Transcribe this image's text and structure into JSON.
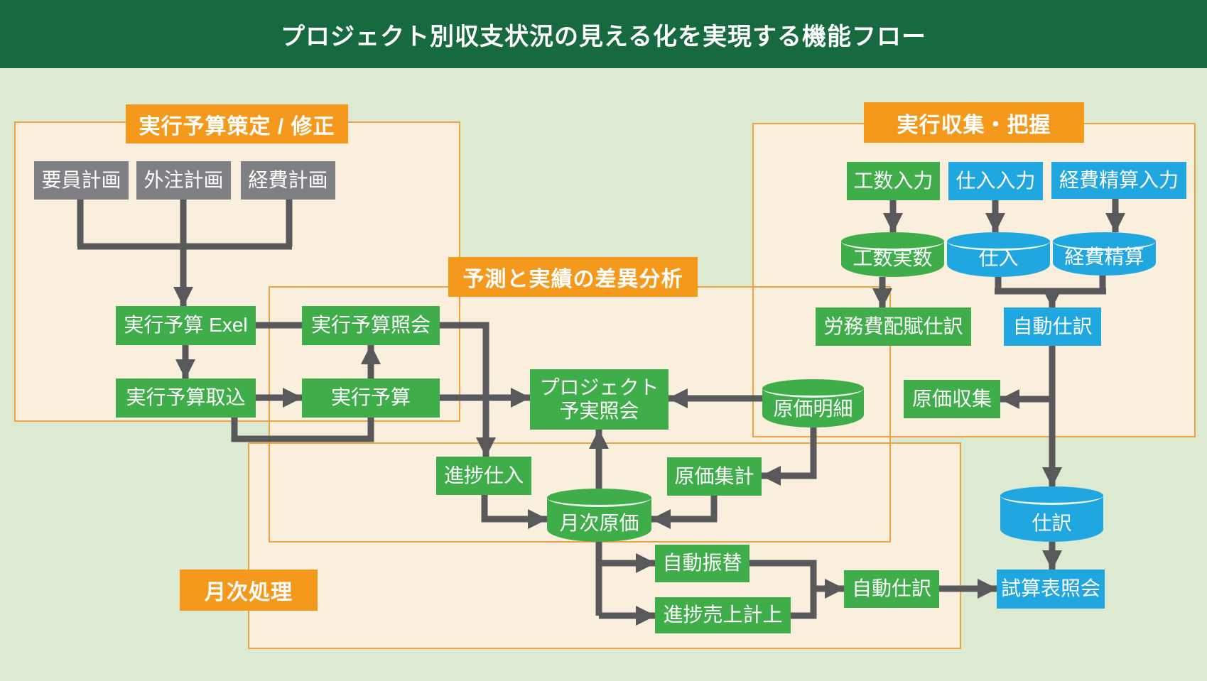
{
  "header": {
    "title": "プロジェクト別収支状況の見える化を実現する機能フロー"
  },
  "section_labels": {
    "budget_planning": "実行予算策定 / 修正",
    "variance_analysis": "予測と実績の差異分析",
    "actual_collection": "実行収集・把握",
    "monthly_processing": "月次処理"
  },
  "nodes": {
    "personnel_plan": "要員計画",
    "outsourcing_plan": "外注計画",
    "expense_plan": "経費計画",
    "exec_budget_excel": "実行予算 Exel",
    "exec_budget_inquiry": "実行予算照会",
    "exec_budget_import": "実行予算取込",
    "exec_budget": "実行予算",
    "project_inquiry_line1": "プロジェクト",
    "project_inquiry_line2": "予実照会",
    "progress_purchase": "進捗仕入",
    "monthly_cost": "月次原価",
    "cost_aggregation": "原価集計",
    "cost_detail": "原価明細",
    "cost_collection": "原価収集",
    "auto_transfer": "自動振替",
    "progress_sales": "進捗売上計上",
    "auto_journal_monthly": "自動仕訳",
    "trial_balance_inquiry": "試算表照会",
    "journal": "仕訳",
    "auto_journal_actual": "自動仕訳",
    "labor_cost_journal": "労務費配賦仕訳",
    "manhour_input": "工数入力",
    "purchase_input": "仕入入力",
    "expense_input": "経費精算入力",
    "manhour_actual": "工数実数",
    "purchase_db": "仕入",
    "expense_settlement_db": "経費精算"
  },
  "colors": {
    "background": "#dcead2",
    "header_bg": "#17693f",
    "section_fill": "#f9efdc",
    "section_border": "#f0a240",
    "label_bg": "#f5991d",
    "node_green": "#3fae4a",
    "node_blue": "#21a7e0",
    "node_gray": "#7f8083",
    "arrow": "#58595b",
    "text": "#ffffff"
  }
}
